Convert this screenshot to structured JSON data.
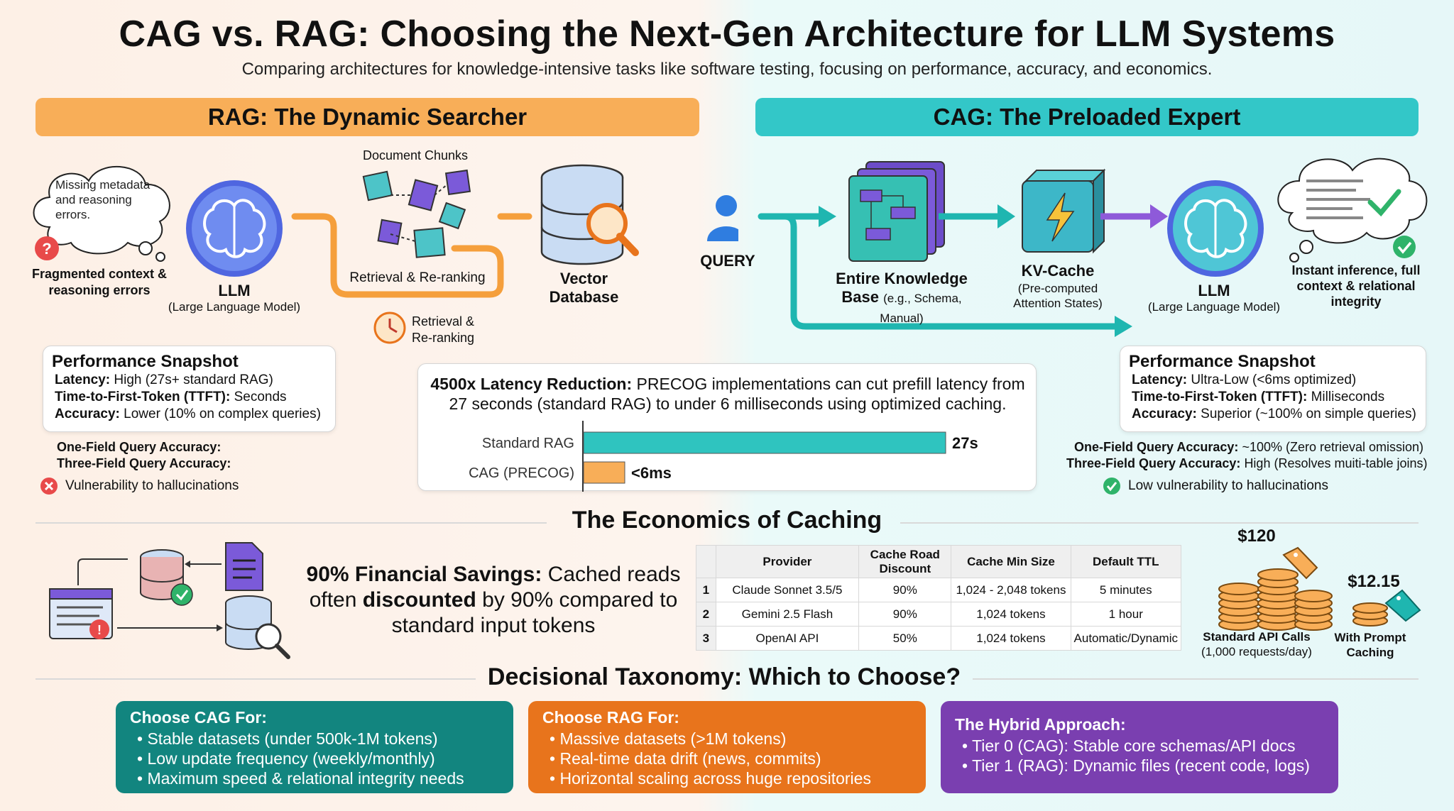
{
  "header": {
    "title": "CAG vs. RAG: Choosing the Next-Gen Architecture for LLM Systems",
    "subtitle": "Comparing architectures for knowledge-intensive tasks like software testing, focusing on performance, accuracy, and economics."
  },
  "rag": {
    "banner": "RAG: The Dynamic Searcher",
    "cloud_text": "Missing metadata and reasoning errors.",
    "fragmented": "Fragmented context & reasoning errors",
    "llm_label": "LLM",
    "llm_sub": "(Large Language Model)",
    "chunks_label": "Document Chunks",
    "retrieval_label": "Retrieval & Re-ranking",
    "retrieval_clock_label": "Retrieval & Re-ranking",
    "vector_label": "Vector Database",
    "snapshot": {
      "title": "Performance Snapshot",
      "latency_k": "Latency:",
      "latency_v": "High (27s+ standard RAG)",
      "ttft_k": "Time-to-First-Token (TTFT):",
      "ttft_v": "Seconds",
      "acc_k": "Accuracy:",
      "acc_v": "Lower (10% on complex queries)"
    },
    "one_field_k": "One-Field Query Accuracy:",
    "three_field_k": "Three-Field Query Accuracy:",
    "vuln": "Vulnerability to hallucinations"
  },
  "query_label": "QUERY",
  "cag": {
    "banner": "CAG: The Preloaded Expert",
    "kb_label": "Entire Knowledge",
    "kb_label2": "Base",
    "kb_sub": "(e.g., Schema, Manual)",
    "kv_label": "KV-Cache",
    "kv_sub": "(Pre-computed Attention States)",
    "llm_label": "LLM",
    "llm_sub": "(Large Language Model)",
    "instant": "Instant inference, full context & relational integrity",
    "snapshot": {
      "title": "Performance Snapshot",
      "latency_k": "Latency:",
      "latency_v": "Ultra-Low (<6ms optimized)",
      "ttft_k": "Time-to-First-Token (TTFT):",
      "ttft_v": "Milliseconds",
      "acc_k": "Accuracy:",
      "acc_v": "Superior (~100% on simple queries)"
    },
    "one_field_k": "One-Field Query Accuracy:",
    "one_field_v": "~100% (Zero retrieval omission)",
    "three_field_k": "Three-Field Query Accuracy:",
    "three_field_v": "High (Resolves muiti-table joins)",
    "vuln": "Low vulnerability to hallucinations"
  },
  "latency": {
    "bold": "4500x Latency Reduction:",
    "text": "PRECOG implementations can cut prefill latency from 27 seconds (standard RAG) to under 6 milliseconds using optimized caching.",
    "bars": [
      {
        "label": "Standard RAG",
        "value": 27,
        "display": "27s",
        "color": "#2fc4bf"
      },
      {
        "label": "CAG (PRECOG)",
        "value": 0.006,
        "display": "<6ms",
        "color": "#f8ae58"
      }
    ]
  },
  "economics": {
    "heading": "The Economics of Caching",
    "savings_bold": "90% Financial Savings:",
    "savings_text1": "Cached reads often",
    "savings_bold2": "discounted",
    "savings_text2": "by 90% compared to standard input tokens",
    "table": {
      "headers": [
        "",
        "Provider",
        "Cache Road Discount",
        "Cache Min Size",
        "Default TTL"
      ],
      "rows": [
        [
          "1",
          "Claude Sonnet 3.5/5",
          "90%",
          "1,024 - 2,048 tokens",
          "5 minutes"
        ],
        [
          "2",
          "Gemini 2.5 Flash",
          "90%",
          "1,024 tokens",
          "1 hour"
        ],
        [
          "3",
          "OpenAI API",
          "50%",
          "1,024 tokens",
          "Automatic/Dynamic"
        ]
      ]
    },
    "cost_standard": "$120",
    "cost_cached": "$12.15",
    "standard_label": "Standard API Calls",
    "standard_sub": "(1,000 requests/day)",
    "cached_label": "With Prompt Caching"
  },
  "taxonomy": {
    "heading": "Decisional Taxonomy: Which to Choose?",
    "cag": {
      "title": "Choose CAG For:",
      "items": [
        "Stable datasets (under 500k-1M tokens)",
        "Low update frequency (weekly/monthly)",
        "Maximum speed & relational integrity needs"
      ],
      "color": "#12857f"
    },
    "rag": {
      "title": "Choose RAG For:",
      "items": [
        "Massive datasets (>1M tokens)",
        "Real-time data drift (news, commits)",
        "Horizontal scaling across huge repositories"
      ],
      "color": "#e8741c"
    },
    "hybrid": {
      "title": "The Hybrid Approach:",
      "items": [
        "Tier 0 (CAG): Stable core schemas/API docs",
        "Tier 1 (RAG): Dynamic files (recent code, logs)"
      ],
      "color": "#7a3fb0"
    }
  }
}
